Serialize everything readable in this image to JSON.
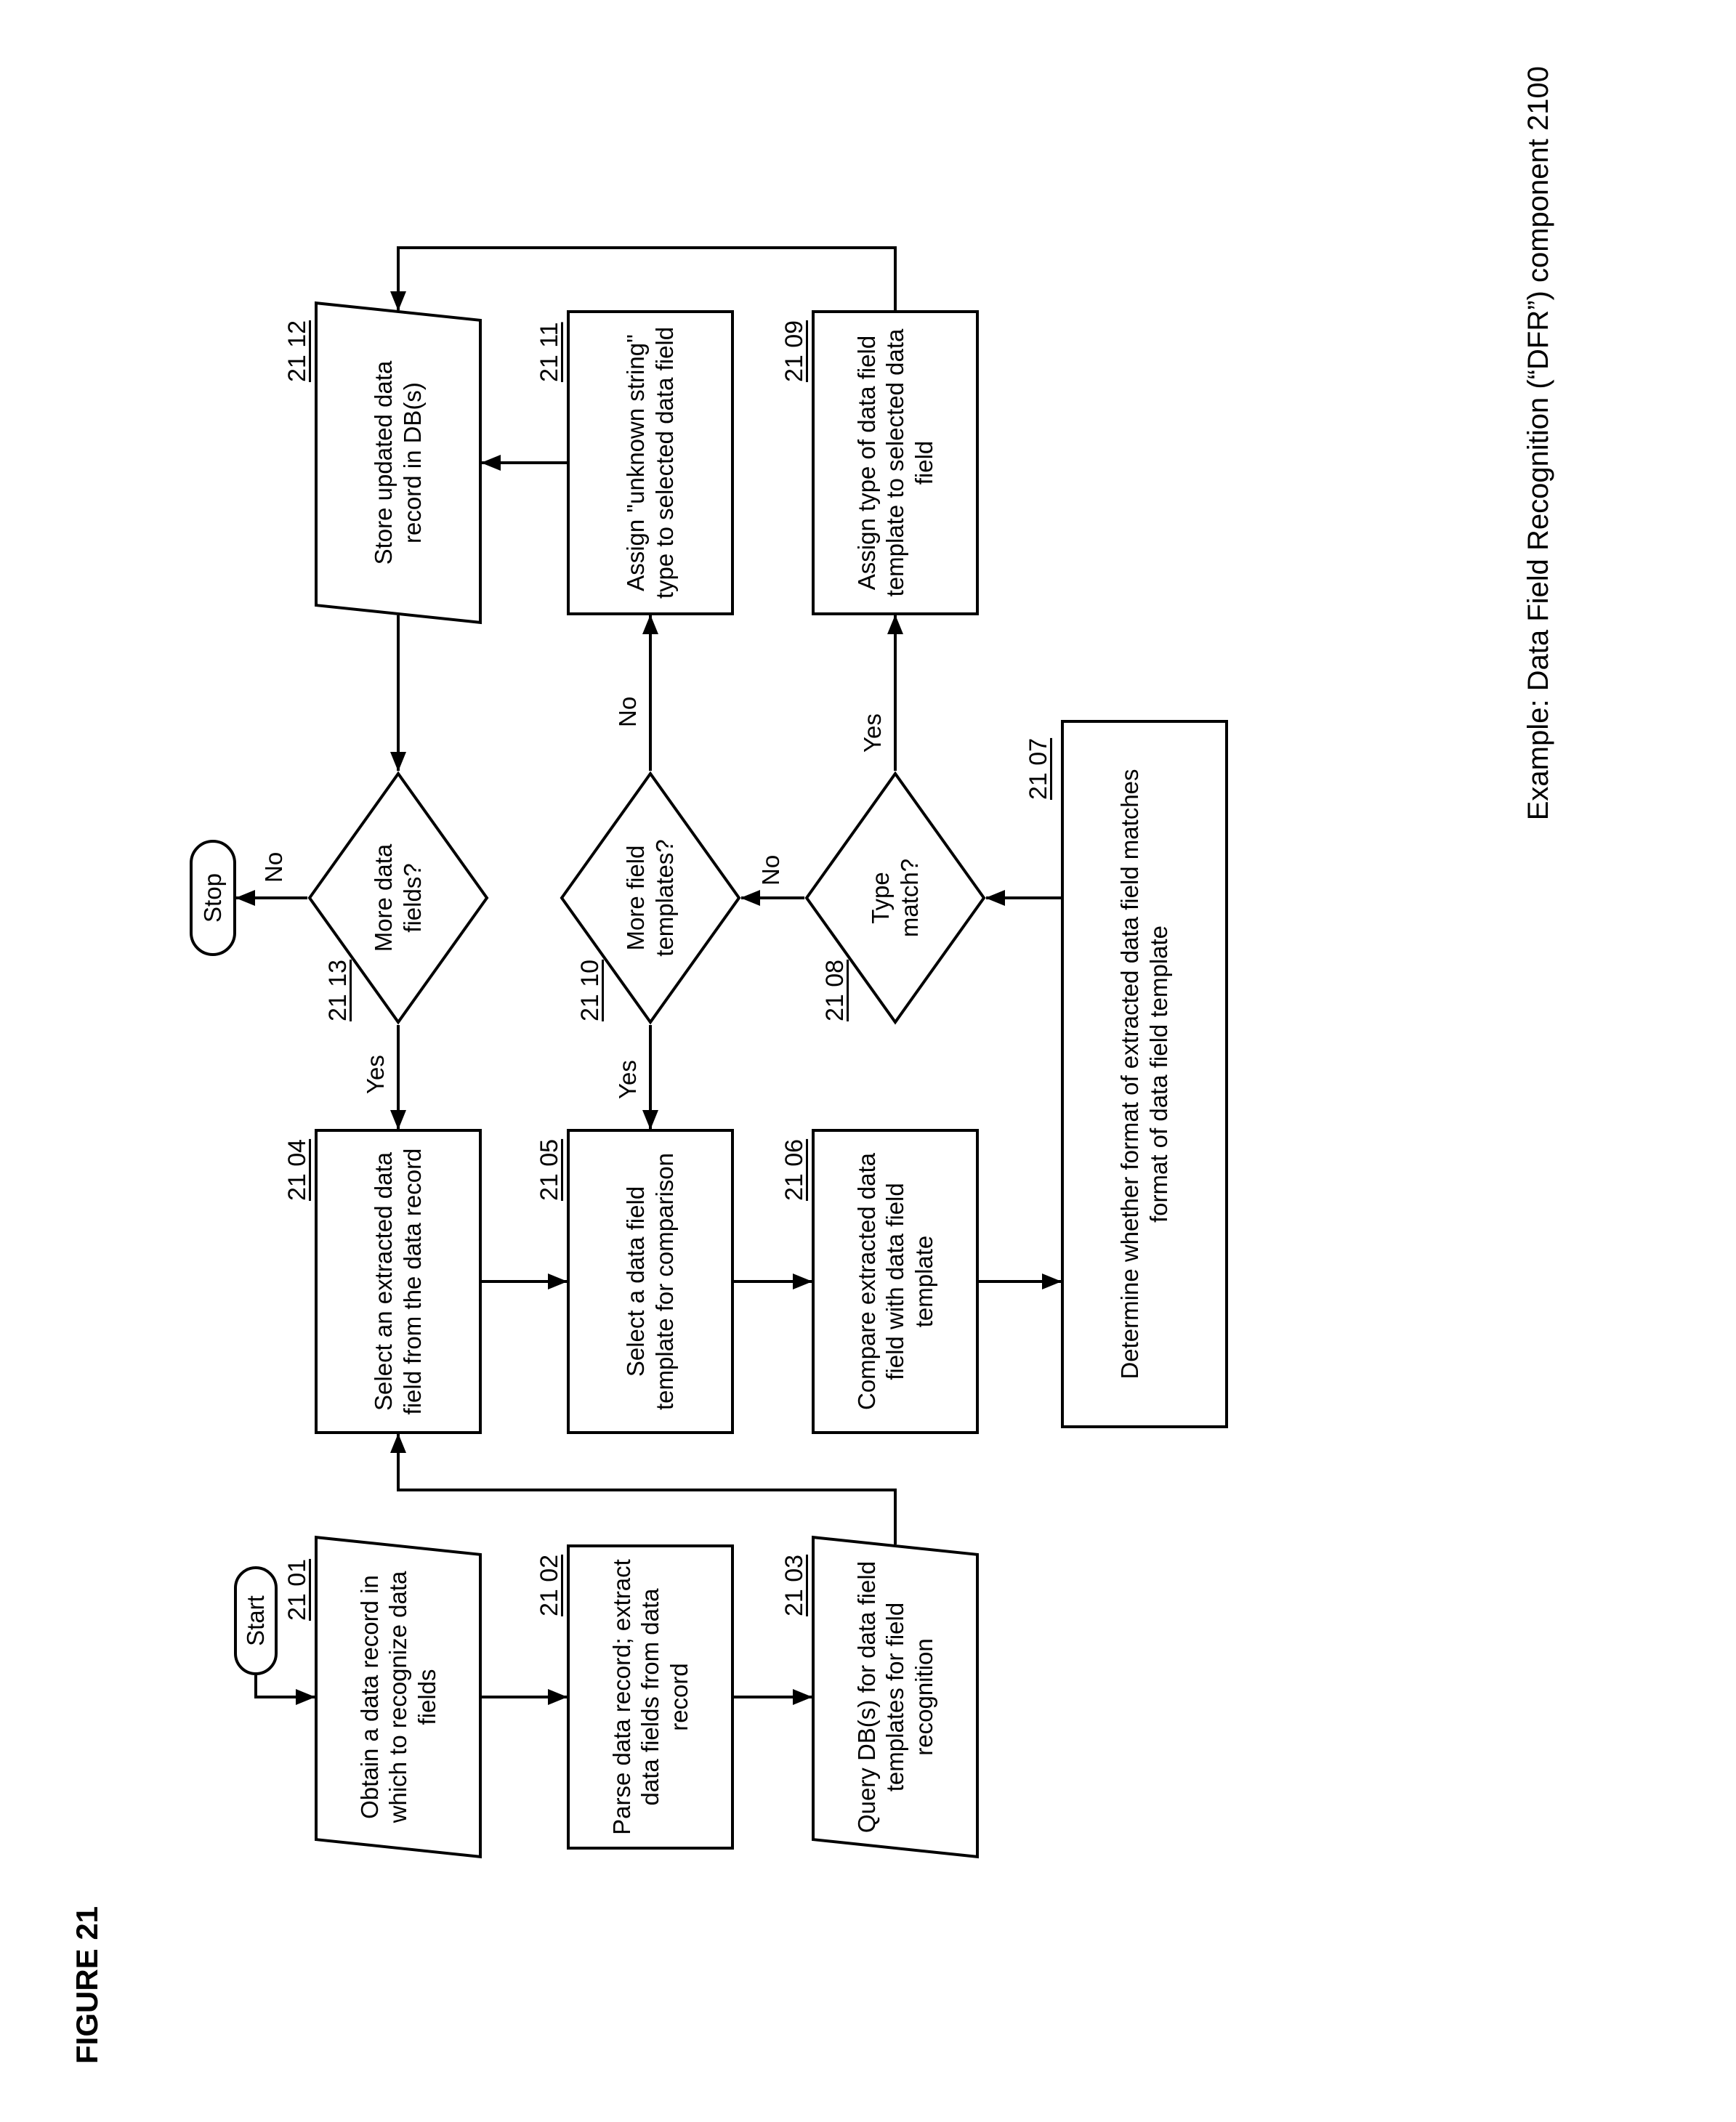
{
  "figure": {
    "label": "FIGURE 21",
    "caption": "Example: Data Field Recognition (“DFR”) component 2100"
  },
  "flowchart": {
    "start": "Start",
    "stop": "Stop",
    "yes": "Yes",
    "no": "No",
    "steps": {
      "s2101": {
        "ref": "21 01",
        "text": "Obtain a data record in which to recognize data fields"
      },
      "s2102": {
        "ref": "21 02",
        "text": "Parse data record; extract data fields from data record"
      },
      "s2103": {
        "ref": "21 03",
        "text": "Query DB(s) for data field templates for field recognition"
      },
      "s2104": {
        "ref": "21 04",
        "text": "Select an extracted data field from the data record"
      },
      "s2105": {
        "ref": "21 05",
        "text": "Select a data field template for comparison"
      },
      "s2106": {
        "ref": "21 06",
        "text": "Compare extracted data field with data field template"
      },
      "s2107": {
        "ref": "21 07",
        "text": "Determine whether format of extracted data field matches format of data field template"
      },
      "s2108": {
        "ref": "21 08",
        "text": "Type match?"
      },
      "s2109": {
        "ref": "21 09",
        "text": "Assign type of data field template to selected data field"
      },
      "s2110": {
        "ref": "21 10",
        "text": "More field templates?"
      },
      "s2111": {
        "ref": "21 11",
        "text": "Assign \"unknown string\" type to selected data field"
      },
      "s2112": {
        "ref": "21 12",
        "text": "Store updated data record in DB(s)"
      },
      "s2113": {
        "ref": "21 13",
        "text": "More data fields?"
      }
    }
  }
}
